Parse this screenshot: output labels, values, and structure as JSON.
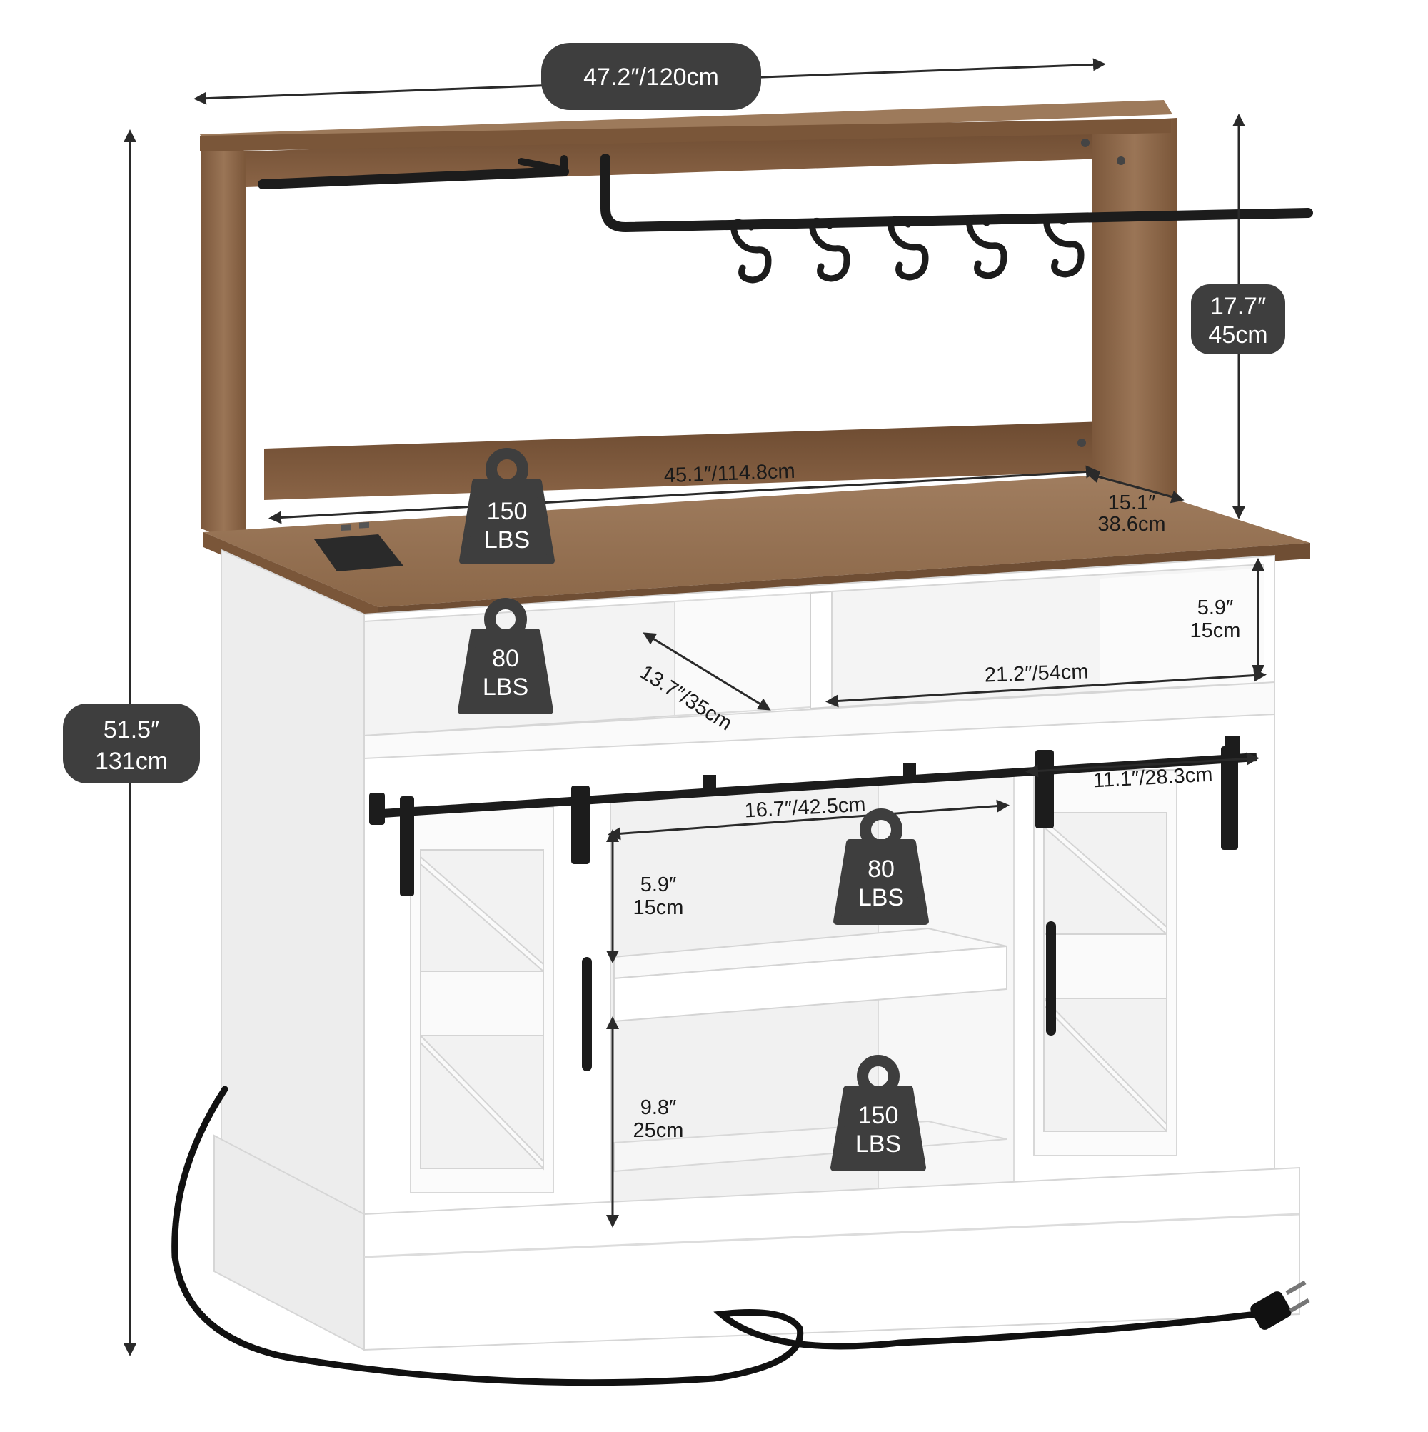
{
  "dimensions": {
    "overall_width": "47.2″/120cm",
    "overall_height": {
      "inches": "51.5″",
      "cm": "131cm"
    },
    "hutch_height": {
      "inches": "17.7″",
      "cm": "45cm"
    },
    "top_width": "45.1″/114.8cm",
    "top_depth": {
      "inches": "15.1″",
      "cm": "38.6cm"
    },
    "open_shelf_height": {
      "inches": "5.9″",
      "cm": "15cm"
    },
    "open_shelf_width": "21.2″/54cm",
    "cubby_depth": "13.7″/35cm",
    "inner_width": "16.7″/42.5cm",
    "door_width": "11.1″/28.3cm",
    "inner_shelf_height": {
      "inches": "5.9″",
      "cm": "15cm"
    },
    "bottom_shelf_height": {
      "inches": "9.8″",
      "cm": "25cm"
    }
  },
  "weights": {
    "countertop": {
      "value": "150",
      "unit": "LBS"
    },
    "cubby": {
      "value": "80",
      "unit": "LBS"
    },
    "middle_shelf": {
      "value": "80",
      "unit": "LBS"
    },
    "bottom_shelf": {
      "value": "150",
      "unit": "LBS"
    }
  },
  "colors": {
    "wood": "#8a6446",
    "cabinet": "#ffffff",
    "hardware": "#1c1c1c",
    "badge": "#3e3e3e",
    "dimension_line": "#2a2a2a"
  },
  "icons": [
    "weight-icon",
    "power-outlet-icon",
    "power-plug-icon",
    "s-hook-icon",
    "dimension-arrow-icon"
  ]
}
